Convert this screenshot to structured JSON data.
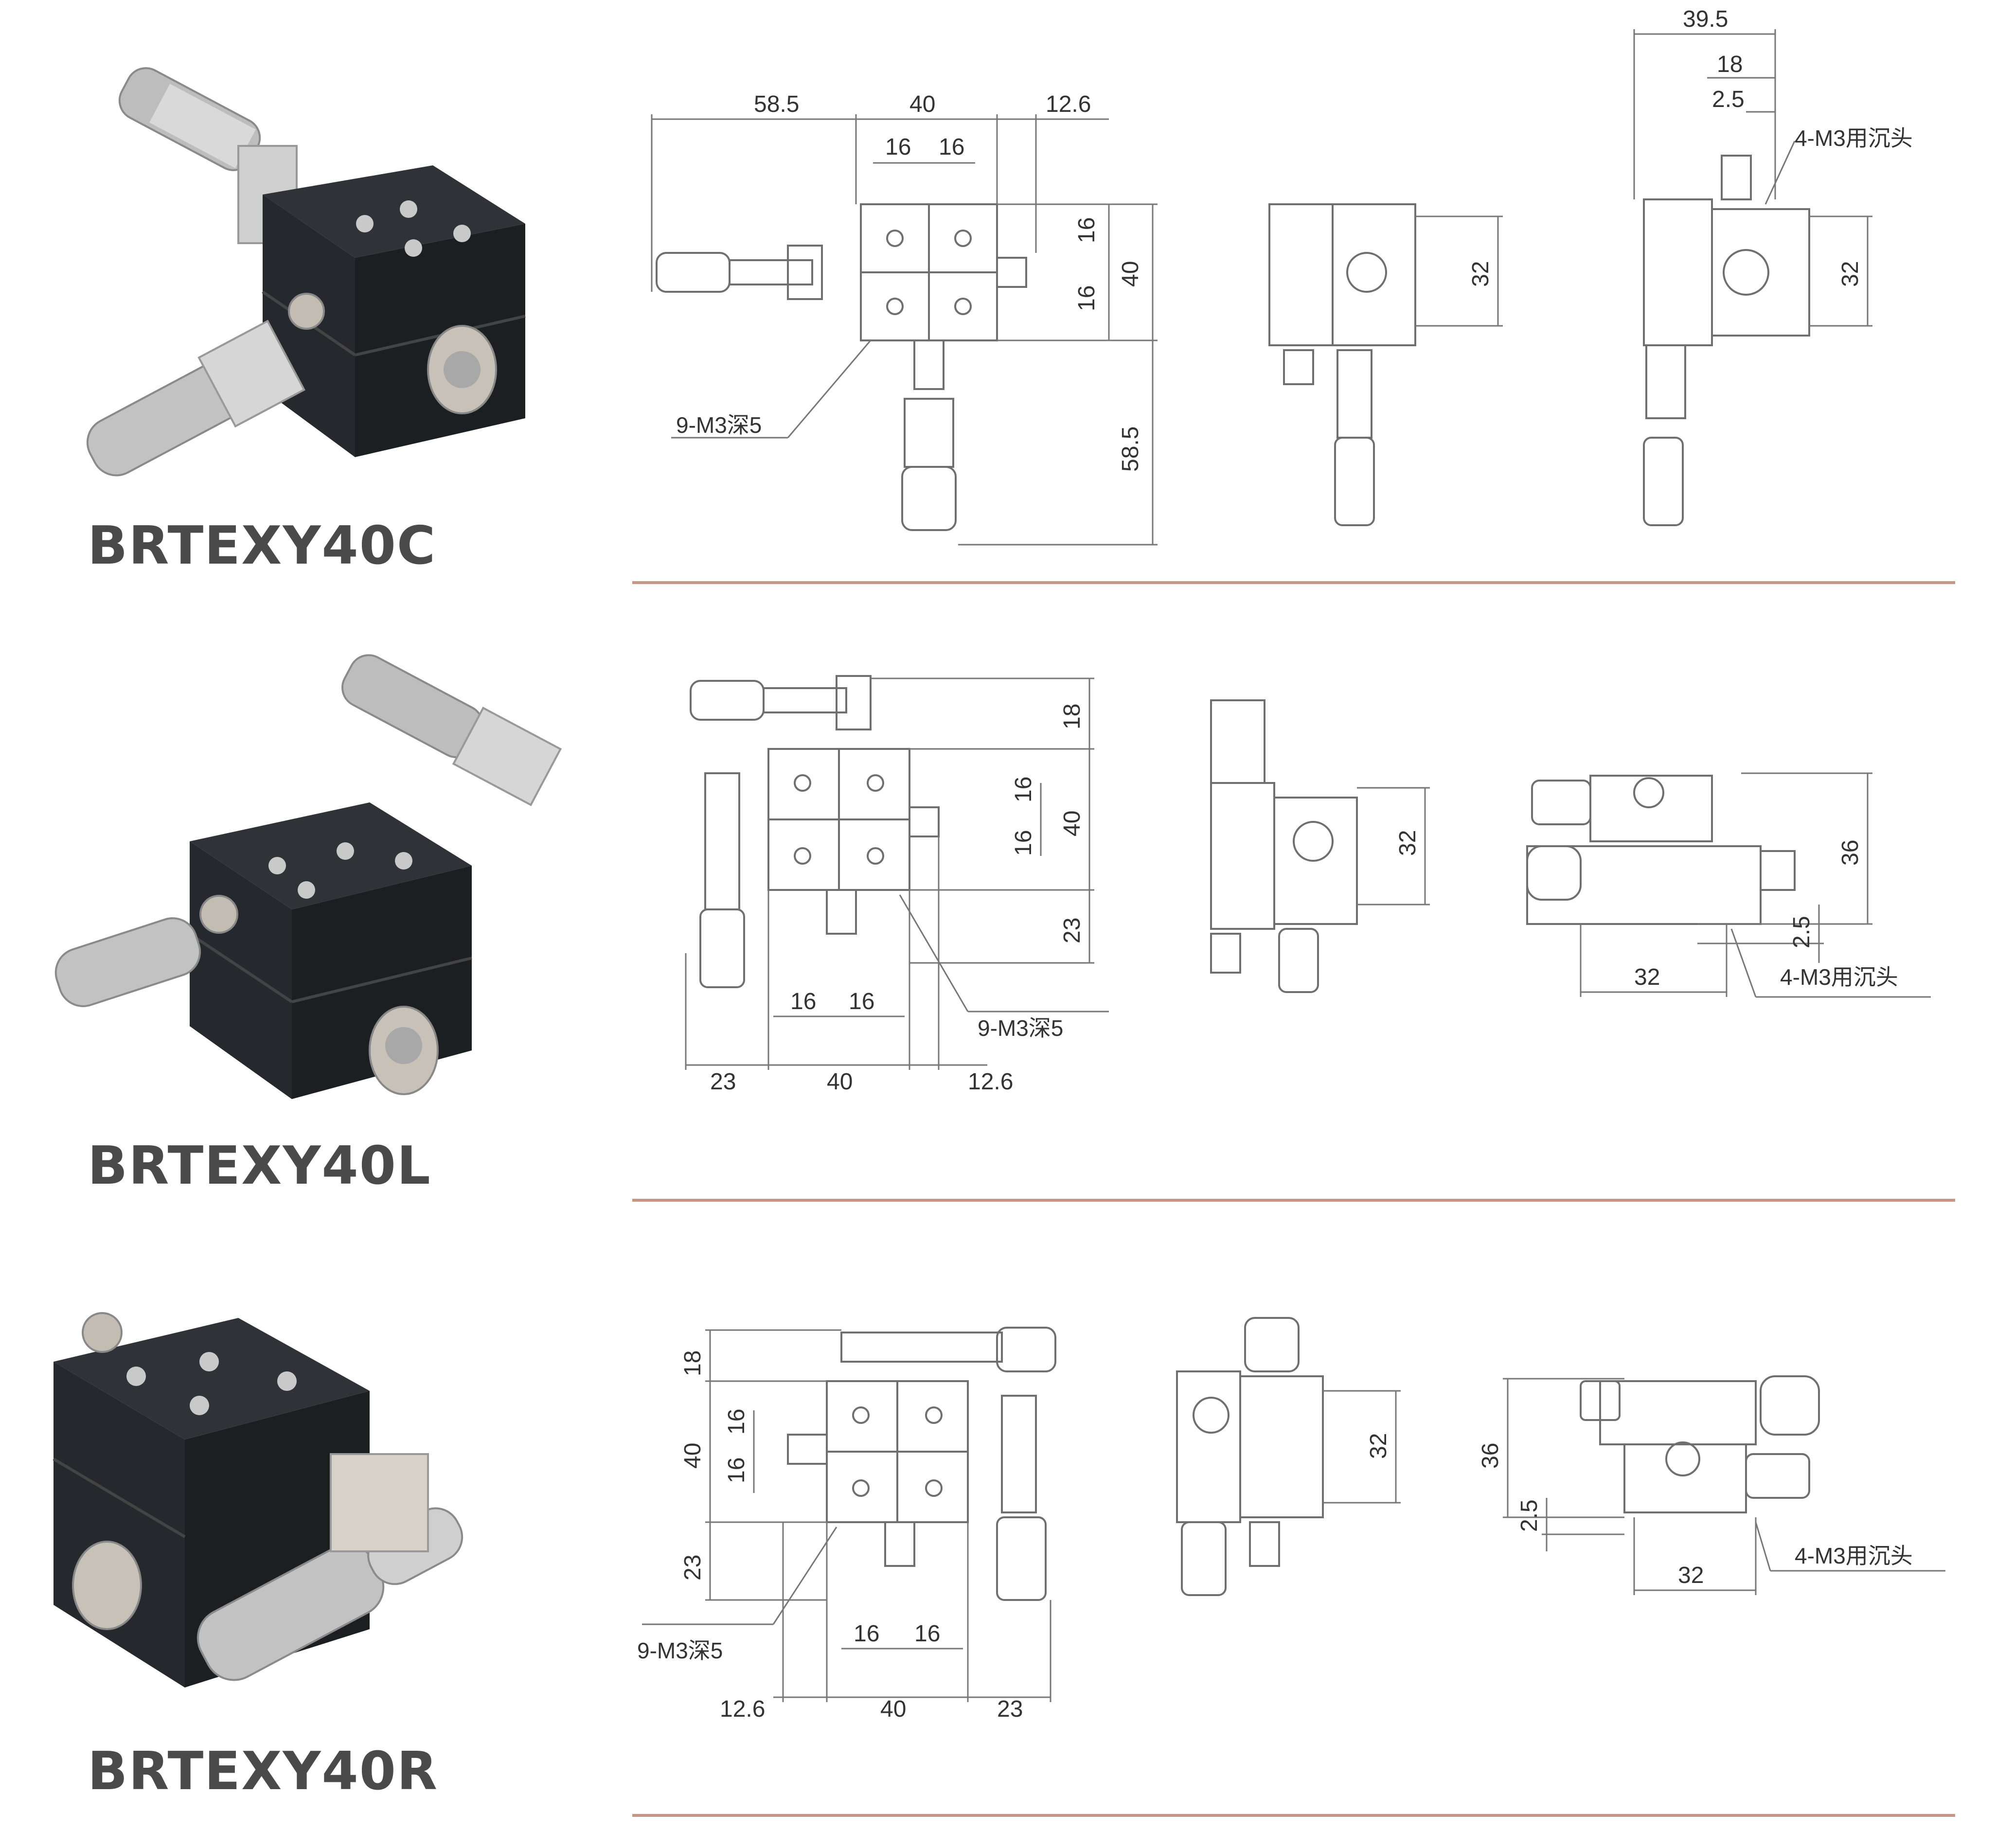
{
  "colors": {
    "divider": "#c99584",
    "line": "#6f6f6f",
    "dim": "#777777",
    "text": "#333333",
    "model": "#4a4a4a"
  },
  "rows": [
    {
      "model": "BRTEXY40C",
      "labels": {
        "d58_5": "58.5",
        "d40": "40",
        "d12_6": "12.6",
        "d16a": "16",
        "d16b": "16",
        "dv16a": "16",
        "dv16b": "16",
        "dv40": "40",
        "dv58_5": "58.5",
        "holes": "9-M3深5",
        "side32": "32",
        "d39_5": "39.5",
        "d18": "18",
        "d2_5": "2.5",
        "counter": "4-M3用沉头",
        "end32": "32"
      }
    },
    {
      "model": "BRTEXY40L",
      "labels": {
        "dv18": "18",
        "dv16a": "16",
        "dv16b": "16",
        "dv40": "40",
        "dv23": "23",
        "d16a": "16",
        "d16b": "16",
        "holes": "9-M3深5",
        "d23": "23",
        "d40": "40",
        "d12_6": "12.6",
        "side32": "32",
        "end36": "36",
        "end2_5": "2.5",
        "end32": "32",
        "counter": "4-M3用沉头"
      }
    },
    {
      "model": "BRTEXY40R",
      "labels": {
        "dv18": "18",
        "dv40": "40",
        "dv16a": "16",
        "dv16b": "16",
        "dv23": "23",
        "holes": "9-M3深5",
        "d16a": "16",
        "d16b": "16",
        "d12_6": "12.6",
        "d40": "40",
        "d23": "23",
        "side32": "32",
        "end36": "36",
        "end2_5": "2.5",
        "end32": "32",
        "counter": "4-M3用沉头"
      }
    }
  ]
}
